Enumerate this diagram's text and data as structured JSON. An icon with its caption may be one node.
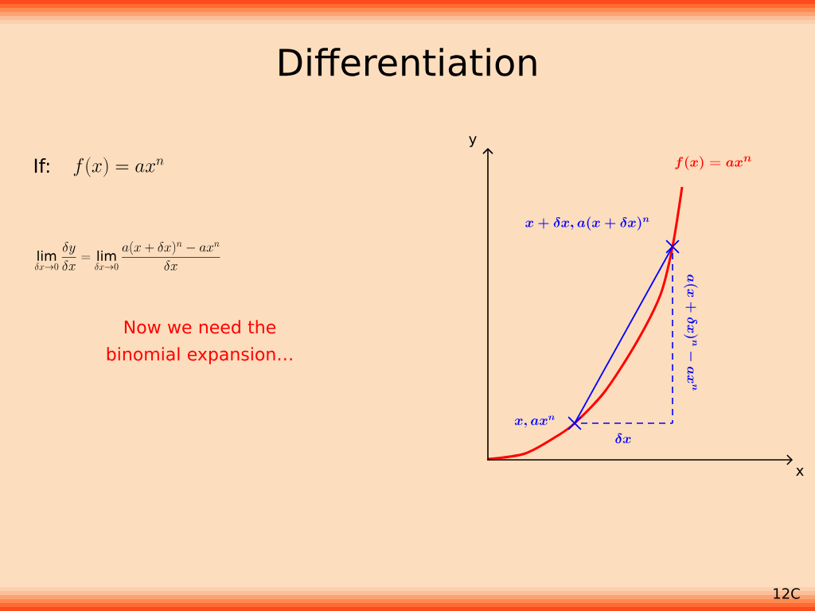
{
  "diagram": {
    "title": "Differentiation",
    "nodes": [
      {
        "text": [],
        "shape": "cross",
        "beside": [
          "x, ax^{n}"
        ]
      },
      {
        "text": [],
        "shape": "cross",
        "beside": [
          "x + \\delta x, a(x + \\delta x)^{n}"
        ]
      }
    ],
    "edges": [
      {
        "from": 0,
        "to": 1,
        "arrow": "none"
      }
    ],
    "labels": [
      "If:",
      "f(x) = ax^{n}",
      "\\lim_{\\delta x \\to 0} \\frac{\\delta y}{\\delta x} = \\lim_{\\delta x \\to 0} \\frac{a(x + \\delta x)^{n} - ax^{n}}{\\delta x}",
      "Now we need the binomial expansion…",
      "y",
      "f(x) = ax^{n}",
      "a(x + \\delta x)^{n} - ax^{n}",
      "\\delta x",
      "x",
      "12C"
    ]
  }
}
